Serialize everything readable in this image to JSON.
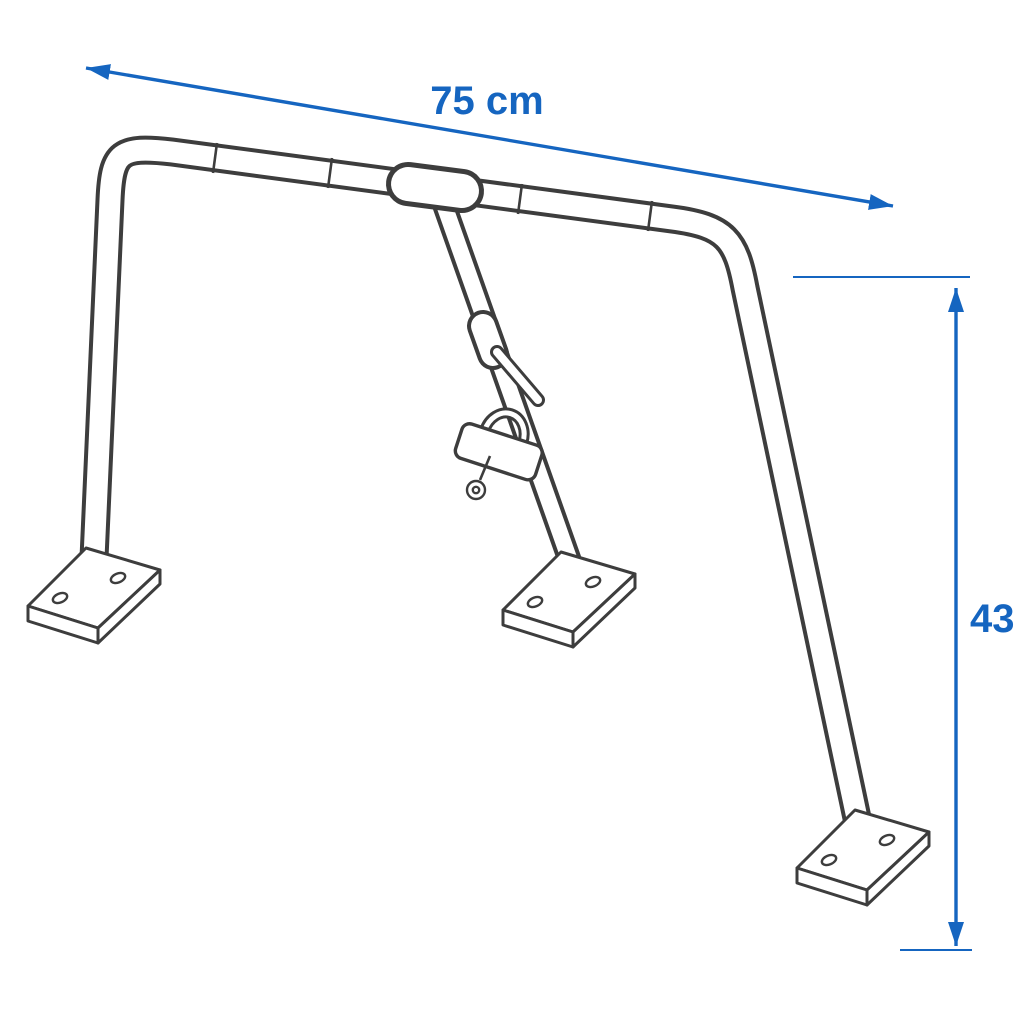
{
  "diagram": {
    "kind": "technical-line-drawing",
    "subject": "fold-down parking barrier with padlock and mounting feet",
    "colors": {
      "dimension": "#1565c0",
      "outline": "#3d3d3d",
      "background": "#ffffff"
    },
    "dimensions": {
      "width": {
        "label": "75 cm"
      },
      "height": {
        "label": "43"
      }
    }
  }
}
